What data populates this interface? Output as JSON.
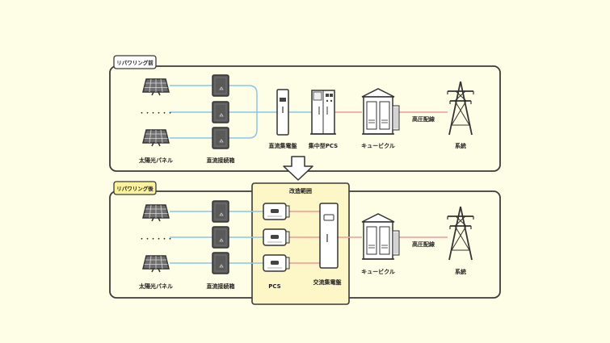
{
  "before": {
    "badge": "リパワリング前",
    "labels": {
      "panels": "太陽光パネル",
      "dots": "・・・・・・",
      "junction": "直流接続箱",
      "dc_board": "直流集電盤",
      "central_pcs": "集中型PCS",
      "cubicle": "キュービクル",
      "hv_line": "高圧配線",
      "grid": "系統"
    }
  },
  "after": {
    "badge": "リパワリング後",
    "labels": {
      "panels": "太陽光パネル",
      "dots": "・・・・・・",
      "junction": "直流接続箱",
      "modification_scope": "改造範囲",
      "pcs": "PCS",
      "ac_board": "交流集電盤",
      "cubicle": "キュービクル",
      "hv_line": "高圧配線",
      "grid": "系統"
    }
  },
  "colors": {
    "background": "#fefde6",
    "panel_fill": "#fefde6",
    "scope_fill": "#fdf7c8",
    "badge_after_fill": "#fbf39a",
    "dc_line": "#8cc3ea",
    "ac_line": "#ef9a9a",
    "outline": "#3a3a3a",
    "equipment_dark": "#555555"
  }
}
